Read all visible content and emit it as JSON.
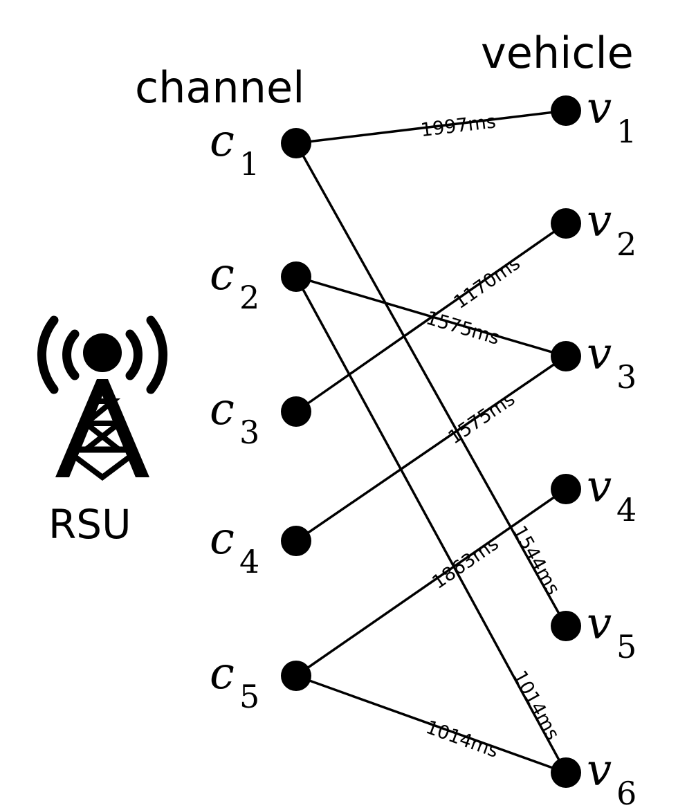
{
  "headers": {
    "channel": "channel",
    "vehicle": "vehicle"
  },
  "rsu": {
    "label": "RSU",
    "icon": "radio-tower-icon"
  },
  "channels": [
    {
      "id": "c1",
      "letter": "c",
      "sub": "1"
    },
    {
      "id": "c2",
      "letter": "c",
      "sub": "2"
    },
    {
      "id": "c3",
      "letter": "c",
      "sub": "3"
    },
    {
      "id": "c4",
      "letter": "c",
      "sub": "4"
    },
    {
      "id": "c5",
      "letter": "c",
      "sub": "5"
    }
  ],
  "vehicles": [
    {
      "id": "v1",
      "letter": "v",
      "sub": "1"
    },
    {
      "id": "v2",
      "letter": "v",
      "sub": "2"
    },
    {
      "id": "v3",
      "letter": "v",
      "sub": "3"
    },
    {
      "id": "v4",
      "letter": "v",
      "sub": "4"
    },
    {
      "id": "v5",
      "letter": "v",
      "sub": "5"
    },
    {
      "id": "v6",
      "letter": "v",
      "sub": "6"
    }
  ],
  "edges": [
    {
      "from": "c1",
      "to": "v1",
      "label": "1997ms"
    },
    {
      "from": "c1",
      "to": "v5",
      "label": "1544ms"
    },
    {
      "from": "c2",
      "to": "v3",
      "label": "1575ms"
    },
    {
      "from": "c2",
      "to": "v6",
      "label": "1014ms"
    },
    {
      "from": "c3",
      "to": "v2",
      "label": "1170ms"
    },
    {
      "from": "c4",
      "to": "v3",
      "label": "1575ms"
    },
    {
      "from": "c5",
      "to": "v4",
      "label": "1863ms"
    },
    {
      "from": "c5",
      "to": "v6",
      "label": "1014ms"
    }
  ]
}
